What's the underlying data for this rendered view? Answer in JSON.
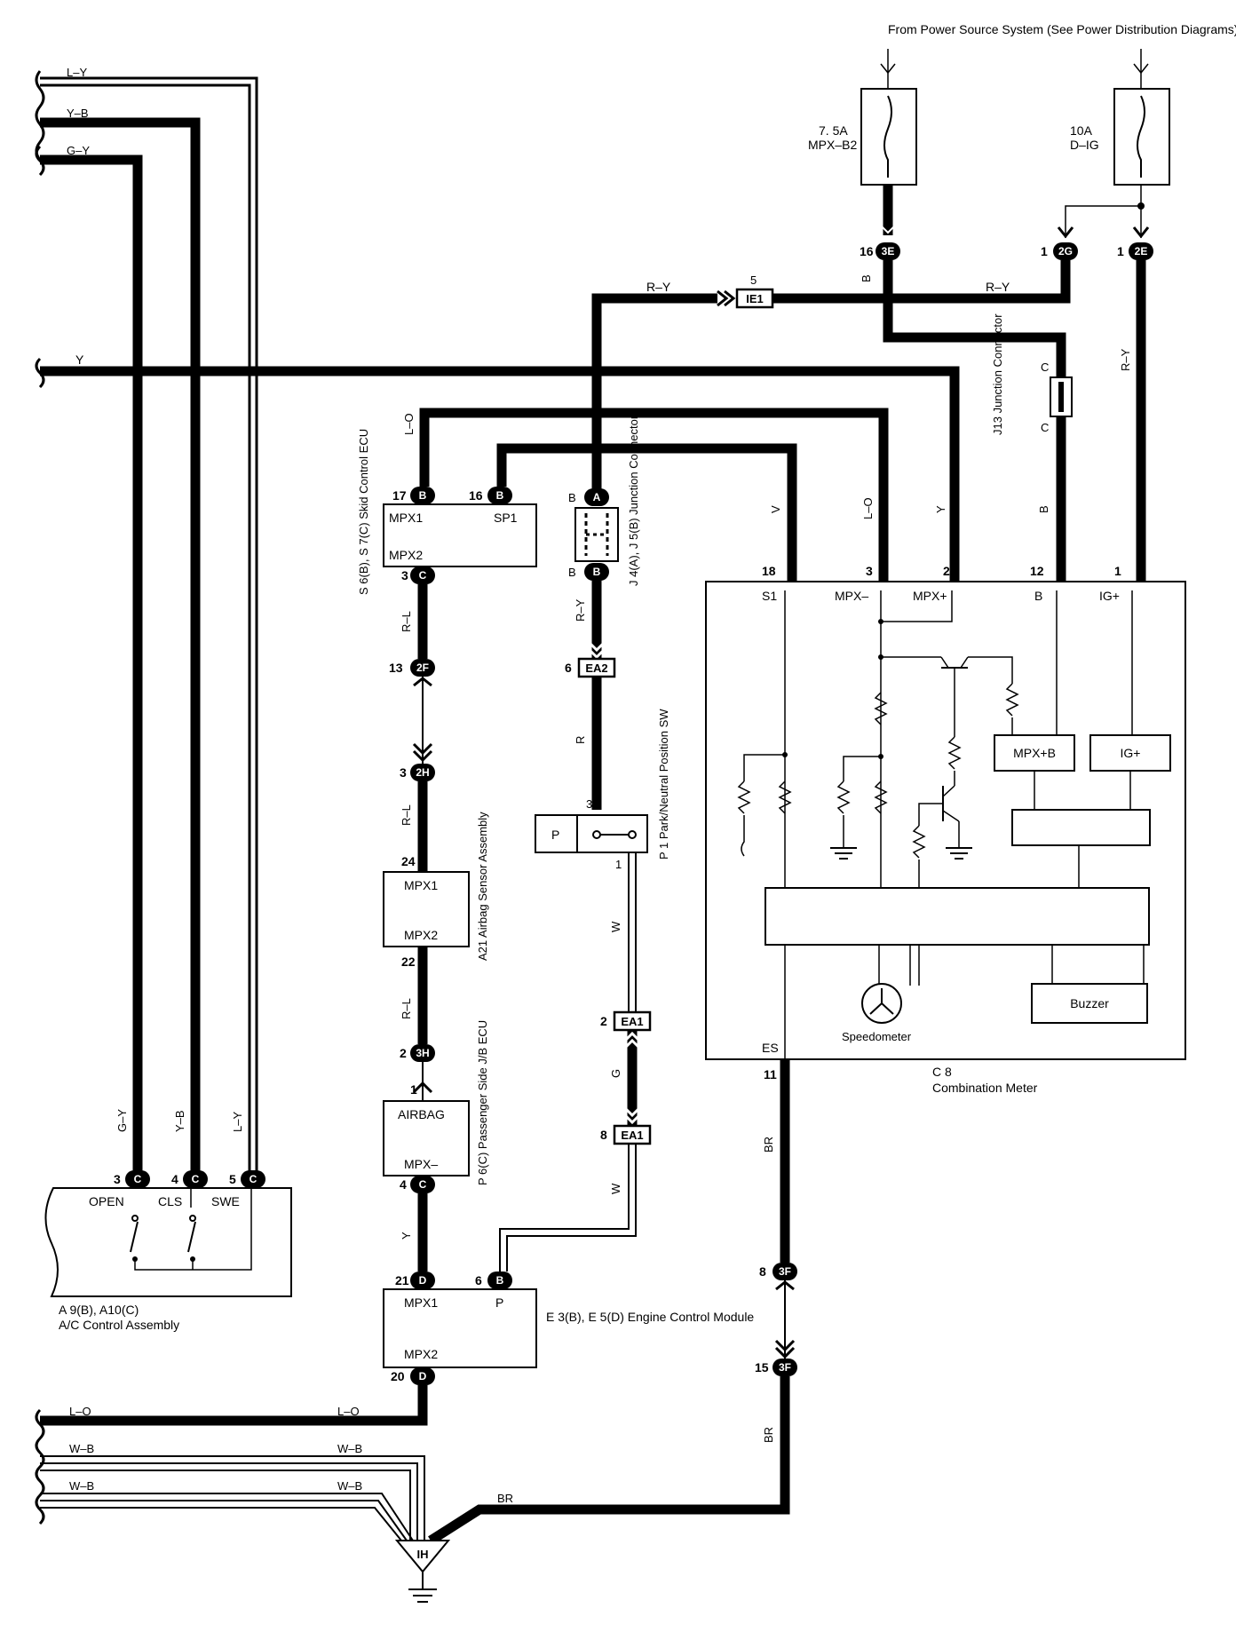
{
  "power_source": "From Power Source System (See Power Distribution Diagrams)",
  "fuses": [
    {
      "rating": "7. 5A",
      "name": "MPX–B2"
    },
    {
      "rating": "10A",
      "name": "D–IG"
    }
  ],
  "left_wires": {
    "top": [
      "L–Y",
      "Y–B",
      "G–Y"
    ],
    "y": "Y",
    "bottom": [
      "L–O",
      "W–B",
      "W–B"
    ],
    "bottom_right": [
      "L–O",
      "W–B",
      "W–B",
      "BR"
    ]
  },
  "connectors": {
    "c3E": {
      "pin": "16",
      "code": "3E"
    },
    "c2G": {
      "pin": "1",
      "code": "2G"
    },
    "c2E": {
      "pin": "1",
      "code": "2E"
    },
    "cIE1": {
      "pin": "5",
      "code": "IE1"
    },
    "c2F": {
      "pin": "13",
      "code": "2F"
    },
    "c2H": {
      "pin": "3",
      "code": "2H"
    },
    "c3H": {
      "pin": "2",
      "code": "3H"
    },
    "cEA2": {
      "pin": "6",
      "code": "EA2"
    },
    "cEA1a": {
      "pin": "2",
      "code": "EA1"
    },
    "cEA1b": {
      "pin": "8",
      "code": "EA1"
    },
    "c3Fa": {
      "pin": "8",
      "code": "3F"
    },
    "c3Fb": {
      "pin": "15",
      "code": "3F"
    }
  },
  "wire_labels": {
    "r_y_top": "R–Y",
    "r_y_right": "R–Y",
    "b_3e": "B",
    "r_y_vert": "R–Y",
    "l_o": "L–O",
    "v": "V",
    "l_o_meter": "L–O",
    "y_meter": "Y",
    "b_meter": "B",
    "r_l_1": "R–L",
    "r_l_2": "R–L",
    "r_l_3": "R–L",
    "r_y_junction": "R–Y",
    "r": "R",
    "w_1": "W",
    "g": "G",
    "w_2": "W",
    "y_airbag": "Y",
    "br_1": "BR",
    "br_2": "BR",
    "g_y": "G–Y",
    "y_b": "Y–B",
    "l_y": "L–Y",
    "br_bottom": "BR"
  },
  "junction_connector_j13": {
    "label": "J13 Junction Connector",
    "pin_top": "C",
    "pin_bottom": "C"
  },
  "skid_ecu": {
    "label": "S 6(B), S 7(C) Skid Control ECU",
    "pins": [
      {
        "num": "17",
        "code": "B",
        "name": "MPX1"
      },
      {
        "num": "16",
        "code": "B",
        "name": "SP1"
      },
      {
        "num": "3",
        "code": "C",
        "name": "MPX2"
      }
    ]
  },
  "junction_j4": {
    "label": "J 4(A), J 5(B) Junction Connector",
    "pin_top_code": "A",
    "pin_top_prefix": "B",
    "pin_bottom_code": "B",
    "pin_bottom_prefix": "B"
  },
  "airbag_sensor": {
    "label": "A21 Airbag Sensor Assembly",
    "pin_top": "24",
    "pin_bottom": "22",
    "name_top": "MPX1",
    "name_bottom": "MPX2"
  },
  "pnp_switch": {
    "label": "P 1 Park/Neutral Position SW",
    "letter": "P",
    "pin_top": "3",
    "pin_bottom": "1"
  },
  "passenger_jb": {
    "label": "P 6(C) Passenger Side J/B ECU",
    "name_top": "AIRBAG",
    "name_bottom": "MPX–",
    "pin_top": "1",
    "pin_bottom": "4",
    "pin_bottom_code": "C"
  },
  "ecm": {
    "label": "E 3(B), E 5(D) Engine Control Module",
    "name_mpx1": "MPX1",
    "name_p": "P",
    "name_mpx2": "MPX2",
    "pin_21": "21",
    "pin_21_code": "D",
    "pin_6": "6",
    "pin_6_code": "B",
    "pin_20": "20",
    "pin_20_code": "D"
  },
  "ac_control": {
    "label_line1": "A 9(B), A10(C)",
    "label_line2": "A/C Control Assembly",
    "terminals": [
      "OPEN",
      "CLS",
      "SWE"
    ],
    "pins": [
      {
        "num": "3",
        "code": "C"
      },
      {
        "num": "4",
        "code": "C"
      },
      {
        "num": "5",
        "code": "C"
      }
    ]
  },
  "combination_meter": {
    "label_line1": "C 8",
    "label_line2": "Combination Meter",
    "pins_top": [
      {
        "num": "18",
        "name": "S1"
      },
      {
        "num": "3",
        "name": "MPX–"
      },
      {
        "num": "2",
        "name": "MPX+"
      },
      {
        "num": "12",
        "name": "B"
      },
      {
        "num": "1",
        "name": "IG+"
      }
    ],
    "pin_es": {
      "num": "11",
      "name": "ES"
    },
    "mpx_b_box": "MPX+B",
    "ig_box": "IG+",
    "buzzer": "Buzzer",
    "speedometer": "Speedometer"
  },
  "ground": {
    "code": "IH"
  }
}
